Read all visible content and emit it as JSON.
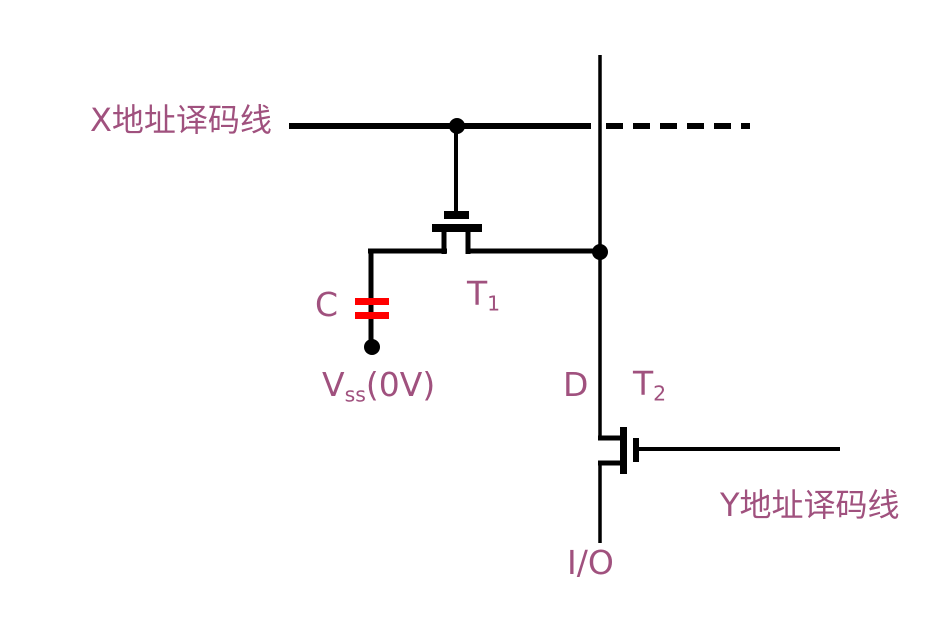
{
  "diagram": {
    "type": "circuit-schematic",
    "subject": "single-transistor DRAM memory cell with X/Y address decode lines"
  },
  "colors": {
    "wire": "#000000",
    "label_text": "#a0517e",
    "capacitor_plates": "#ff0000",
    "background": "#ffffff"
  },
  "labels": {
    "x_line": "X地址译码线",
    "y_line": "Y地址译码线",
    "capacitor": "C",
    "t1_base": "T",
    "t1_sub": "1",
    "t2_base": "T",
    "t2_sub": "2",
    "drain": "D",
    "vss_base": "V",
    "vss_sub": "ss",
    "vss_rest": "(0V)",
    "io": "I/O"
  }
}
